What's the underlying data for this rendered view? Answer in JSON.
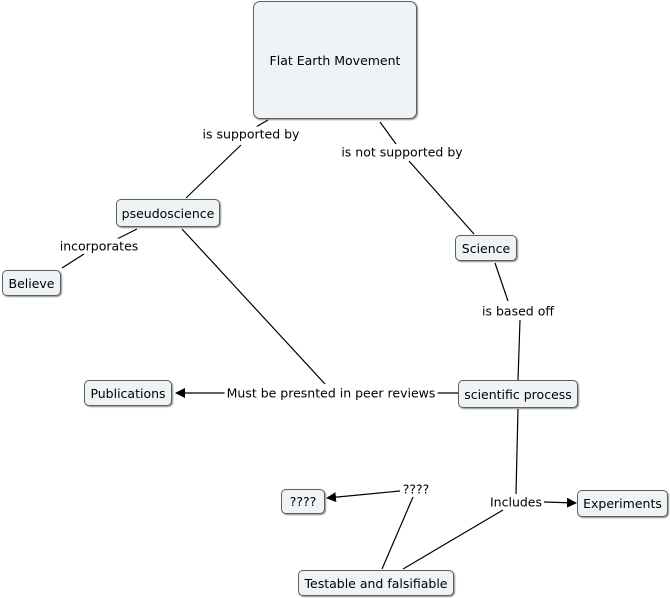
{
  "nodes": {
    "flat_earth": "Flat Earth Movement",
    "pseudoscience": "pseudoscience",
    "science": "Science",
    "believe": "Believe",
    "publications": "Publications",
    "scientific_process": "scientific process",
    "unknown": "????",
    "experiments": "Experiments",
    "testable": "Testable and falsifiable"
  },
  "links": {
    "is_supported_by": "is supported by",
    "is_not_supported_by": "is not supported by",
    "incorporates": "incorporates",
    "is_based_off": "is based off",
    "peer_reviews": "Must be presnted in peer reviews",
    "includes": "Includes",
    "unknown": "????"
  },
  "colors": {
    "node_fill": "#eef3f6",
    "node_border": "#5f5f5f",
    "line": "#000000"
  }
}
